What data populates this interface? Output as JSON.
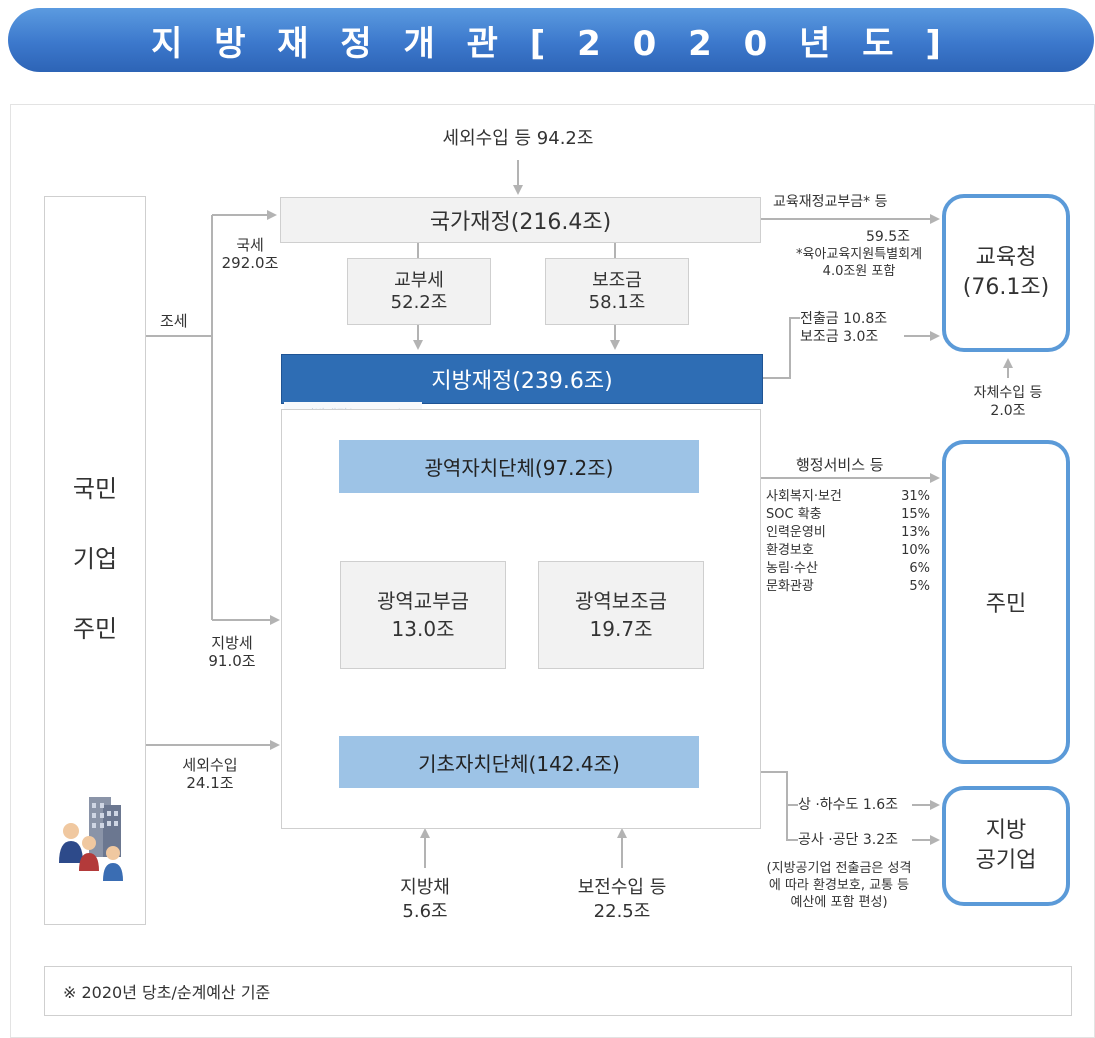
{
  "title": "지 방 재 정 개 관 [ 2 0 2 0 년 도 ]",
  "left_box": {
    "lines": [
      "국민",
      "기업",
      "주민"
    ]
  },
  "top_income": "세외수입 등 94.2조",
  "national": "국가재정(216.4조)",
  "gyobuse": "교부세\n52.2조",
  "bojogeum": "보조금\n58.1조",
  "local": "지방재정(239.6조)",
  "local_shadow": "지방재정(239.6조)",
  "gwangyeok": "광역자치단체(97.2조)",
  "gwangyeok_gyobu": "광역교부금\n13.0조",
  "gwangyeok_bojo": "광역보조금\n19.7조",
  "gicho": "기초자치단체(142.4조)",
  "josei": "조세",
  "gukse": "국세\n292.0조",
  "jibangse": "지방세\n91.0조",
  "sewoe": "세외수입\n24.1조",
  "jibangchae": "지방채\n5.6조",
  "bojeon": "보전수입 등\n22.5조",
  "edu_transfer": "교육재정교부금* 등",
  "edu_amount": "59.5조",
  "edu_note": "*육아교육지원특별회계\n4.0조원 포함",
  "edu_office": "교육청\n(76.1조)",
  "jeonchul": "전출금 10.8조\n보조금 3.0조",
  "self_income": "자체수입 등\n2.0조",
  "admin_service": "행정서비스 등",
  "admin_items": [
    {
      "label": "사회복지·보건",
      "pct": "31%"
    },
    {
      "label": "SOC 확충",
      "pct": "15%"
    },
    {
      "label": "인력운영비",
      "pct": "13%"
    },
    {
      "label": "환경보호",
      "pct": "10%"
    },
    {
      "label": "농림·수산",
      "pct": "6%"
    },
    {
      "label": "문화관광",
      "pct": "5%"
    }
  ],
  "residents": "주민",
  "sewer": "상 ·하수도 1.6조",
  "corp": "공사 ·공단 3.2조",
  "local_corp": "지방\n공기업",
  "corp_note": "(지방공기업 전출금은 성격\n에 따라 환경보호, 교통 등\n예산에 포함 편성)",
  "footnote": "※ 2020년 당초/순계예산 기준",
  "colors": {
    "title": "#3c78cc",
    "dark_blue": "#2e6db4",
    "light_blue": "#9dc3e6",
    "outline_blue": "#5b9ad8",
    "arrow": "#b3b3b3"
  },
  "icons": {
    "people": "people-building-icon"
  }
}
